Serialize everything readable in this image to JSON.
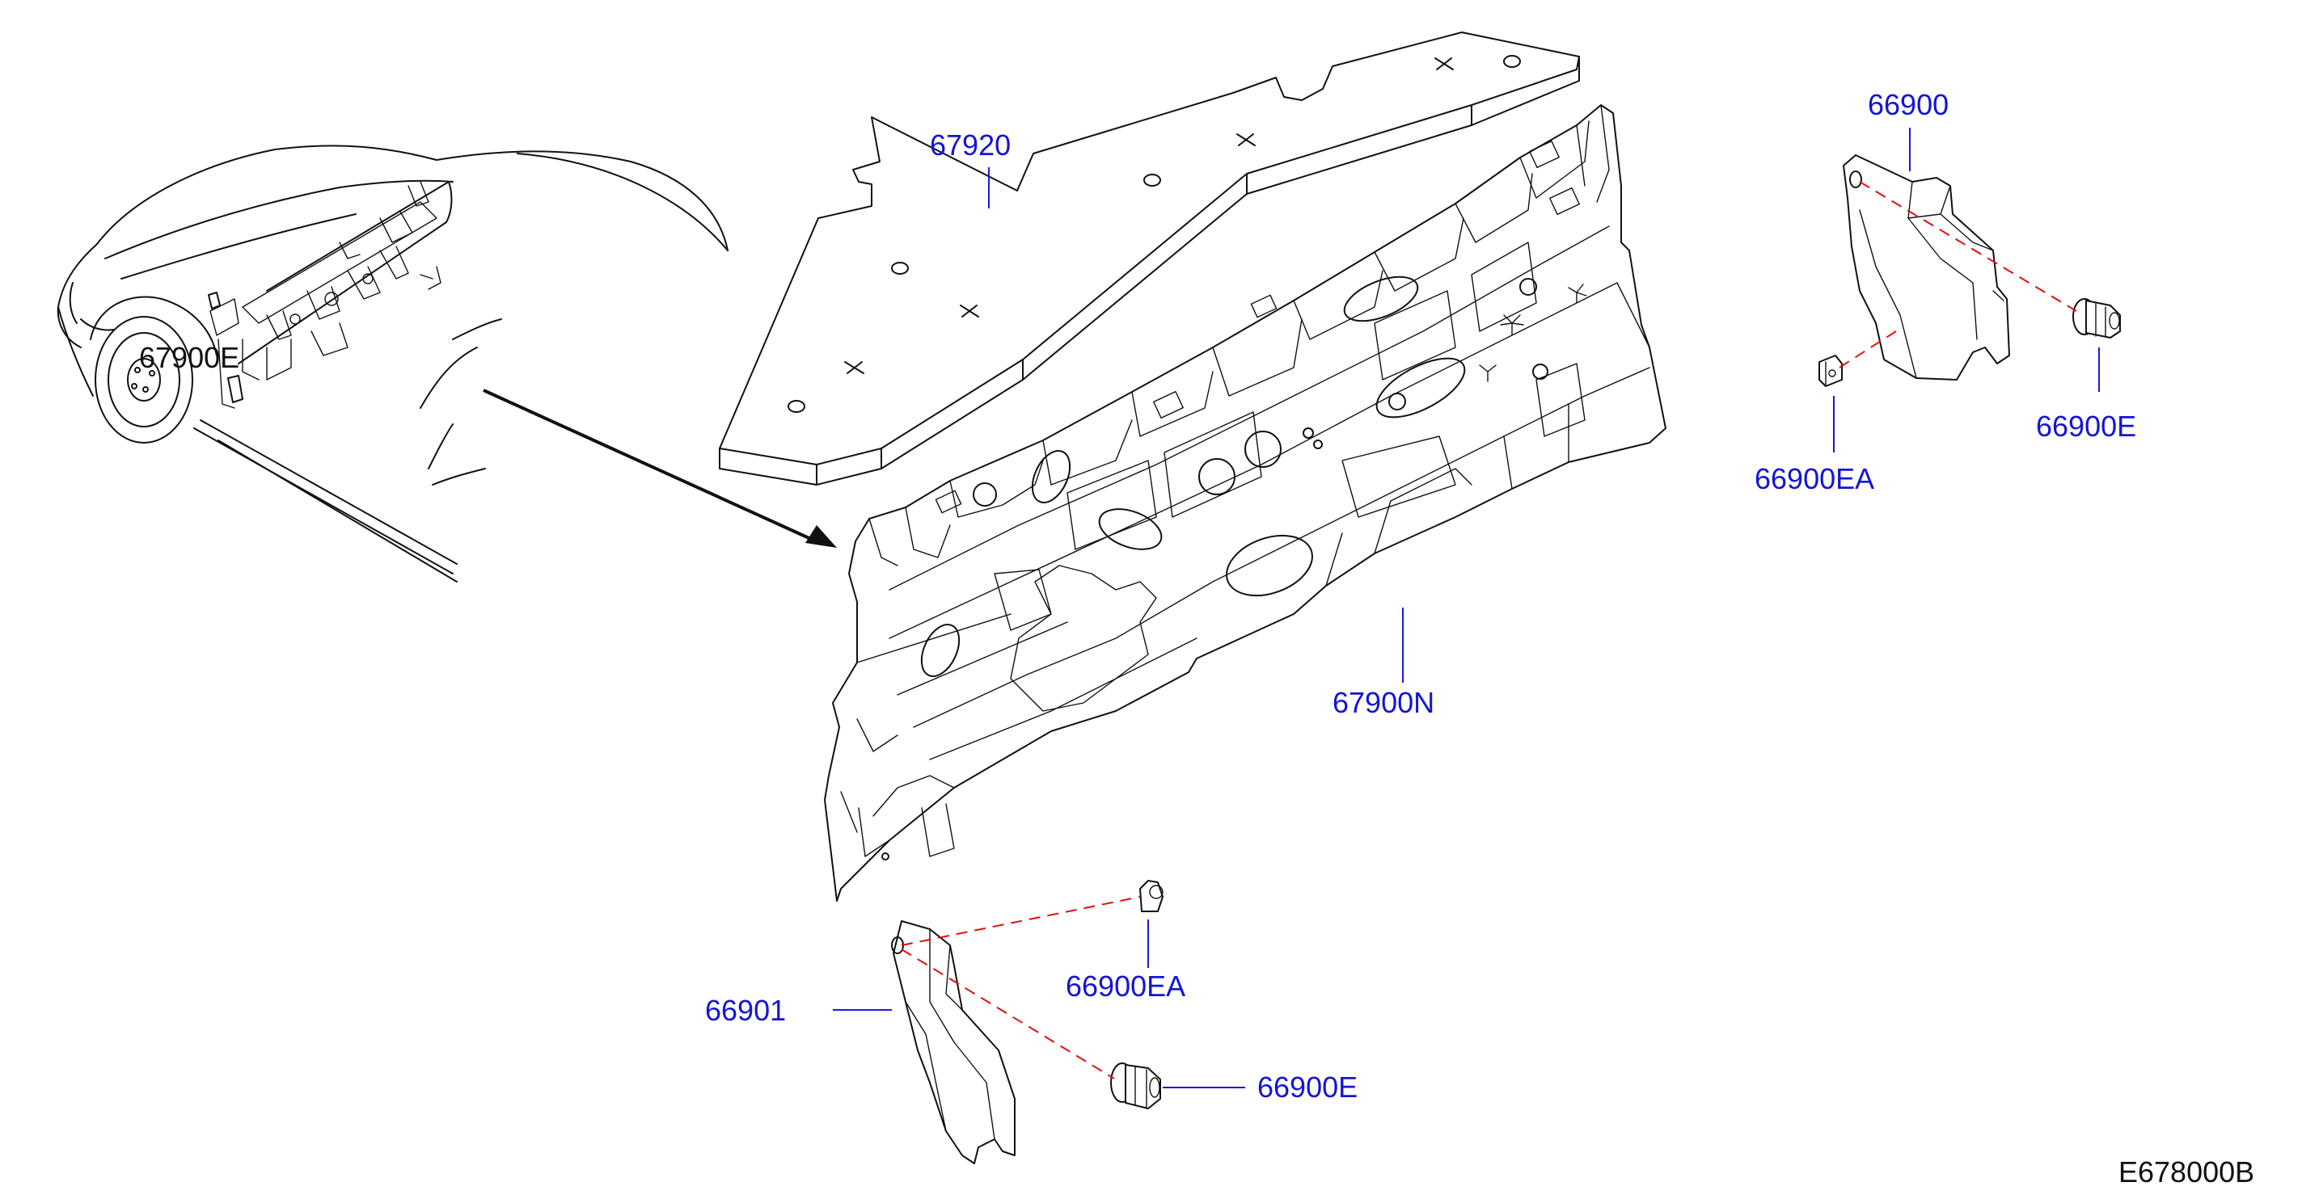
{
  "labels": {
    "p67920": "67920",
    "p67900N": "67900N",
    "p67900E_car": "67900E",
    "p66900": "66900",
    "p66900E_top": "66900E",
    "p66900EA_top": "66900EA",
    "p66901": "66901",
    "p66900EA_bottom": "66900EA",
    "p66900E_bottom": "66900E"
  },
  "diagram_code": "E678000B",
  "colors": {
    "label": "#1414d4",
    "leader": "#1a1adb",
    "dashed_line": "#e01010",
    "outline": "#111111"
  }
}
